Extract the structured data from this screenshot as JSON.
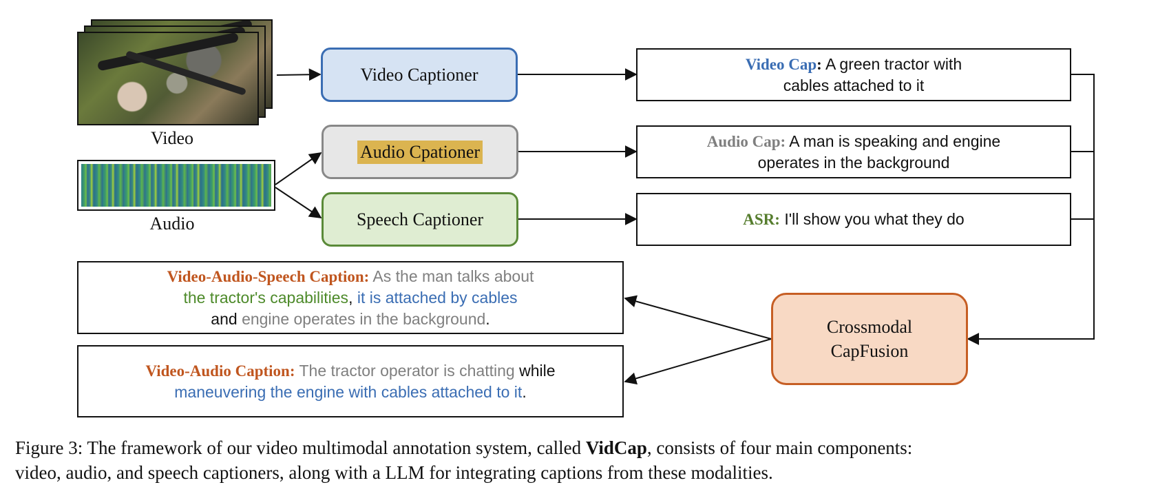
{
  "inputs": {
    "video_label": "Video",
    "audio_label": "Audio"
  },
  "captioners": {
    "video": "Video Captioner",
    "audio": "Audio Cpationer",
    "speech": "Speech Captioner"
  },
  "captions": {
    "video": {
      "tag": "Video Cap",
      "sep": ":",
      "text_line1": " A green tractor with",
      "text_line2": "cables attached to it"
    },
    "audio": {
      "tag": "Audio Cap:",
      "text_line1": " A man is speaking and engine",
      "text_line2": "operates in the background"
    },
    "asr": {
      "tag": "ASR:",
      "text": " I'll show you what they do"
    }
  },
  "fusion": {
    "line1": "Crossmodal",
    "line2": "CapFusion"
  },
  "outputs": {
    "vas": {
      "tag": "Video-Audio-Speech Caption:",
      "part1": " As the man talks about",
      "part2": "the tractor's capabilities",
      "comma": ", ",
      "part3": "it is attached by cables",
      "part4": "and ",
      "part5": "engine operates in the background",
      "end": "."
    },
    "va": {
      "tag": "Video-Audio Caption:",
      "part1": " The tractor operator is chatting",
      "part2": " while",
      "part3": "maneuvering the engine with cables attached to it",
      "end": "."
    }
  },
  "figure_caption": {
    "prefix": "Figure 3: The framework of our video multimodal annotation system, called ",
    "bold": "VidCap",
    "suffix": ", consists of four main components:",
    "line2": "video, audio, and speech captioners, along with a LLM for integrating captions from these modalities."
  },
  "colors": {
    "video_blue": "#3a6db3",
    "audio_gray": "#7f7f7f",
    "asr_green": "#567d2e",
    "output_orange": "#c0561f",
    "speech_green": "#4d8a2a",
    "video_box_fill": "#d6e3f3",
    "audio_box_fill": "#e7e7e7",
    "speech_box_fill": "#dfedd2",
    "fusion_fill": "#f8d9c4"
  }
}
